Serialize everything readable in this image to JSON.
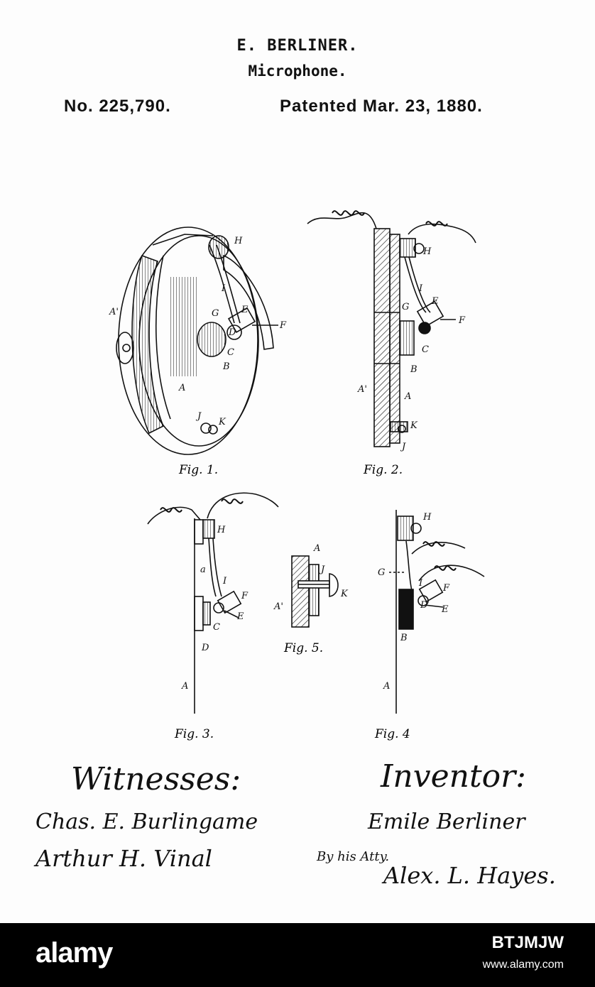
{
  "header": {
    "inventor": "E. BERLINER.",
    "invention": "Microphone.",
    "patent_number": "No. 225,790.",
    "patent_date": "Patented Mar. 23, 1880."
  },
  "figures": {
    "fig1": "Fig. 1.",
    "fig2": "Fig. 2.",
    "fig3": "Fig. 3.",
    "fig4": "Fig. 4",
    "fig5": "Fig. 5."
  },
  "signatures": {
    "witnesses_heading": "Witnesses:",
    "witness_1": "Chas. E. Burlingame",
    "witness_2": "Arthur H. Vinal",
    "inventor_heading": "Inventor:",
    "inventor_signature": "Emile Berliner",
    "by_attorney": "By his Atty.",
    "attorney_signature": "Alex. L. Hayes."
  },
  "footer": {
    "brand": "alamy",
    "image_id": "BTJMJW",
    "site": "www.alamy.com"
  },
  "colors": {
    "ink": "#111111",
    "paper": "#fdfdfd",
    "footer_bg": "#000000",
    "footer_text": "#ffffff"
  }
}
